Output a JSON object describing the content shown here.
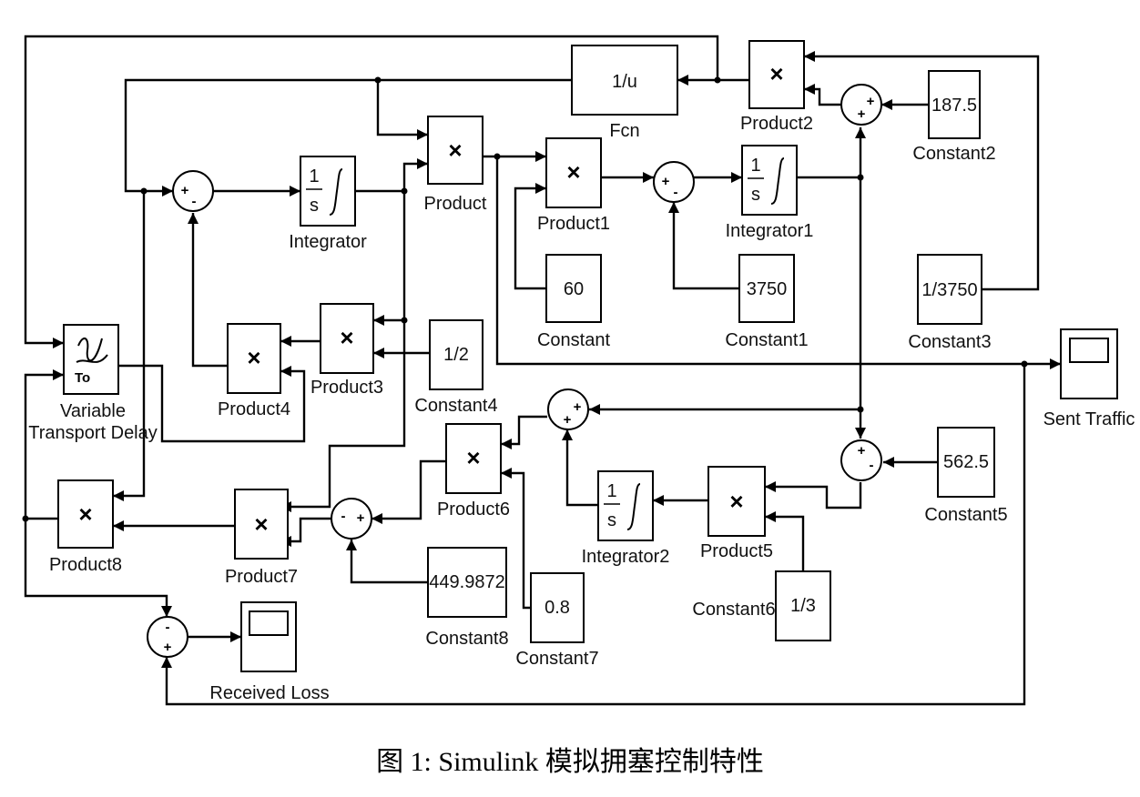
{
  "caption": "图 1: Simulink 模拟拥塞控制特性",
  "blocks": {
    "fcn": {
      "label": "Fcn",
      "expr": "1/u"
    },
    "product": {
      "label": "Product",
      "op": "×"
    },
    "product1": {
      "label": "Product1",
      "op": "×"
    },
    "product2": {
      "label": "Product2",
      "op": "×"
    },
    "product3": {
      "label": "Product3",
      "op": "×"
    },
    "product4": {
      "label": "Product4",
      "op": "×"
    },
    "product5": {
      "label": "Product5",
      "op": "×"
    },
    "product6": {
      "label": "Product6",
      "op": "×"
    },
    "product7": {
      "label": "Product7",
      "op": "×"
    },
    "product8": {
      "label": "Product8",
      "op": "×"
    },
    "integrator": {
      "label": "Integrator",
      "num": "1",
      "den": "s"
    },
    "integrator1": {
      "label": "Integrator1",
      "num": "1",
      "den": "s"
    },
    "integrator2": {
      "label": "Integrator2",
      "num": "1",
      "den": "s"
    },
    "constant": {
      "label": "Constant",
      "value": "60"
    },
    "constant1": {
      "label": "Constant1",
      "value": "3750"
    },
    "constant2": {
      "label": "Constant2",
      "value": "187.5"
    },
    "constant3": {
      "label": "Constant3",
      "value": "1/3750"
    },
    "constant4": {
      "label": "Constant4",
      "value": "1/2"
    },
    "constant5": {
      "label": "Constant5",
      "value": "562.5"
    },
    "constant6": {
      "label": "Constant6",
      "value": "1/3"
    },
    "constant7": {
      "label": "Constant7",
      "value": "0.8"
    },
    "constant8": {
      "label": "Constant8",
      "value": "449.9872"
    },
    "delay": {
      "label_line1": "Variable",
      "label_line2": "Transport Delay",
      "port_text": "To"
    },
    "scope_sent": {
      "label": "Sent Traffic"
    },
    "scope_loss": {
      "label": "Received Loss"
    }
  },
  "sum_signs": {
    "sum_a": [
      "+",
      "-"
    ],
    "sum_b": [
      "+",
      "-"
    ],
    "sum_c": [
      "+",
      "+"
    ],
    "sum_d": [
      "+",
      "-"
    ],
    "sum_e": [
      "+",
      "+"
    ],
    "sum_f": [
      "-",
      "+"
    ],
    "sum_g": [
      "-",
      "+"
    ]
  }
}
